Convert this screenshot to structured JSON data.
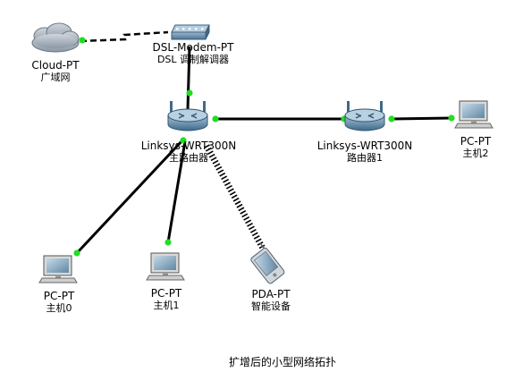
{
  "devices": {
    "cloud": {
      "name": "Cloud-PT",
      "label": "广域网",
      "icon": "cloud-icon"
    },
    "modem": {
      "name": "DSL-Modem-PT",
      "label": "DSL 调制解调器",
      "icon": "dsl-modem-icon"
    },
    "main_router": {
      "name": "Linksys-WRT300N",
      "label": "主路由器",
      "icon": "wireless-router-icon"
    },
    "router1": {
      "name": "Linksys-WRT300N",
      "label": "路由器1",
      "icon": "wireless-router-icon"
    },
    "pc2": {
      "name": "PC-PT",
      "label": "主机2",
      "icon": "pc-icon"
    },
    "pc0": {
      "name": "PC-PT",
      "label": "主机0",
      "icon": "pc-icon"
    },
    "pc1": {
      "name": "PC-PT",
      "label": "主机1",
      "icon": "pc-icon"
    },
    "pda": {
      "name": "PDA-PT",
      "label": "智能设备",
      "icon": "pda-icon"
    }
  },
  "links": [
    {
      "from": "cloud",
      "to": "modem",
      "type": "phone-dashed"
    },
    {
      "from": "modem",
      "to": "main_router",
      "type": "copper-straight"
    },
    {
      "from": "main_router",
      "to": "router1",
      "type": "copper-straight"
    },
    {
      "from": "router1",
      "to": "pc2",
      "type": "copper-straight"
    },
    {
      "from": "main_router",
      "to": "pc0",
      "type": "copper-straight"
    },
    {
      "from": "main_router",
      "to": "pc1",
      "type": "copper-straight"
    },
    {
      "from": "main_router",
      "to": "pda",
      "type": "wireless"
    }
  ],
  "colors": {
    "link_up": "#22dd22",
    "cable": "#000000",
    "router_body": "#5f8fb0"
  },
  "caption": "扩增后的小型网络拓扑"
}
